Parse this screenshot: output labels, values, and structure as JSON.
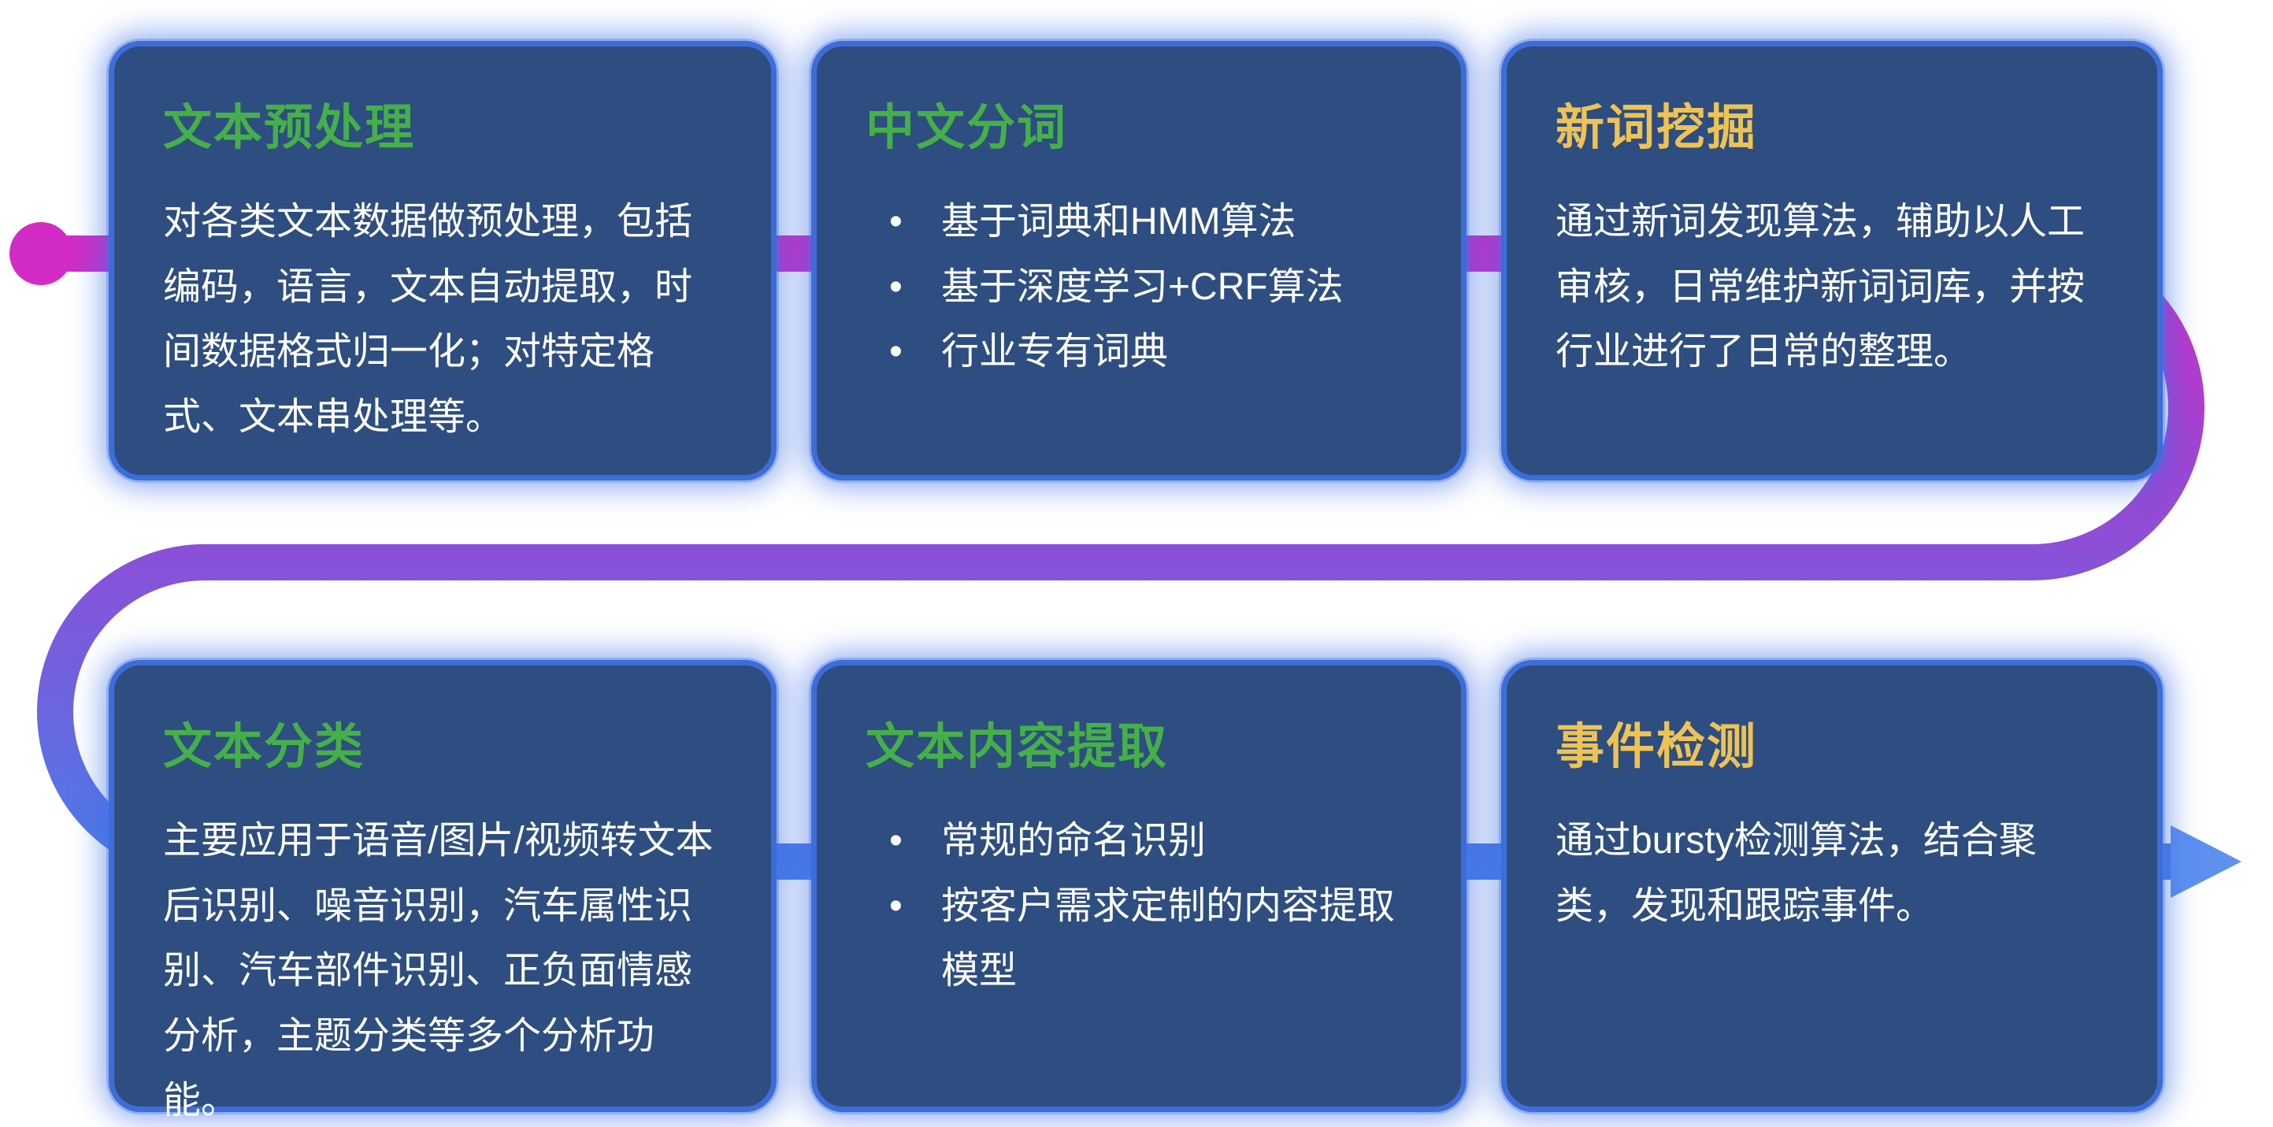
{
  "theme": {
    "background": "#ffffff",
    "card_bg": "#2e4d80",
    "card_border": "#3e6cd8",
    "body_text_color": "#ffffff"
  },
  "pipeline": {
    "start_dot_color": "#d32cc6",
    "gradient_colors": [
      "#d32cc6",
      "#8a50d8",
      "#4a7ee8"
    ],
    "arrow_color": "#5e90f0"
  },
  "cards": [
    {
      "title": "文本预处理",
      "title_color": "#45b049",
      "body": "对各类文本数据做预处理，包括编码，语言，文本自动提取，时间数据格式归一化；对特定格式、文本串处理等。"
    },
    {
      "title": "中文分词",
      "title_color": "#45b049",
      "bullets": [
        "基于词典和HMM算法",
        "基于深度学习+CRF算法",
        "行业专有词典"
      ]
    },
    {
      "title": "新词挖掘",
      "title_color": "#edc355",
      "body": "通过新词发现算法，辅助以人工审核，日常维护新词词库，并按行业进行了日常的整理。"
    },
    {
      "title": "文本分类",
      "title_color": "#45b049",
      "body": "主要应用于语音/图片/视频转文本后识别、噪音识别，汽车属性识别、汽车部件识别、正负面情感分析，主题分类等多个分析功能。"
    },
    {
      "title": "文本内容提取",
      "title_color": "#45b049",
      "bullets": [
        "常规的命名识别",
        "按客户需求定制的内容提取模型"
      ]
    },
    {
      "title": "事件检测",
      "title_color": "#edc355",
      "body": "通过bursty检测算法，结合聚类，发现和跟踪事件。"
    }
  ]
}
